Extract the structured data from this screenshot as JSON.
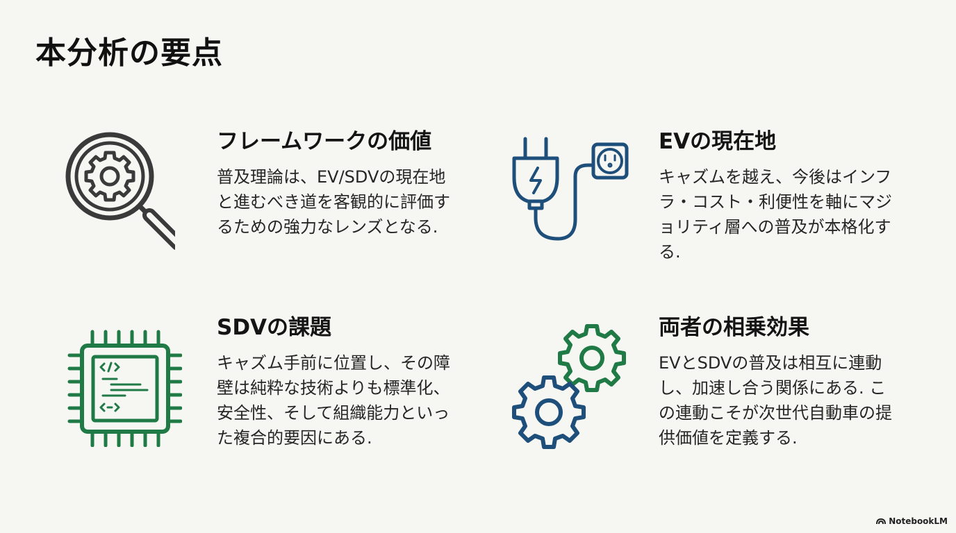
{
  "page": {
    "title": "本分析の要点"
  },
  "cards": [
    {
      "title": "フレームワークの価値",
      "body": "普及理論は、EV/SDVの現在地と進むべき道を客観的に評価するための強力なレンズとなる.",
      "icon": "magnifier-gear-icon",
      "color": "#3a3a3a"
    },
    {
      "title": "EVの現在地",
      "body": "キャズムを越え、今後はインフラ・コスト・利便性を軸にマジョリティ層への普及が本格化する.",
      "icon": "ev-plug-outlet-icon",
      "color": "#1e4f7a"
    },
    {
      "title": "SDVの課題",
      "body": "キャズム手前に位置し、その障壁は純粋な技術よりも標準化、安全性、そして組織能力といった複合的要因にある.",
      "icon": "code-chip-icon",
      "color": "#1f7a45"
    },
    {
      "title": "両者の相乗効果",
      "body": "EVとSDVの普及は相互に連動し、加速し合う関係にある. この連動こそが次世代自動車の提供価値を定義する.",
      "icon": "synergy-gears-icon",
      "color_top": "#1f7a45",
      "color_bottom": "#1e4f7a"
    }
  ],
  "footer": {
    "brand": "NotebookLM",
    "icon": "notebooklm-logo-icon"
  }
}
